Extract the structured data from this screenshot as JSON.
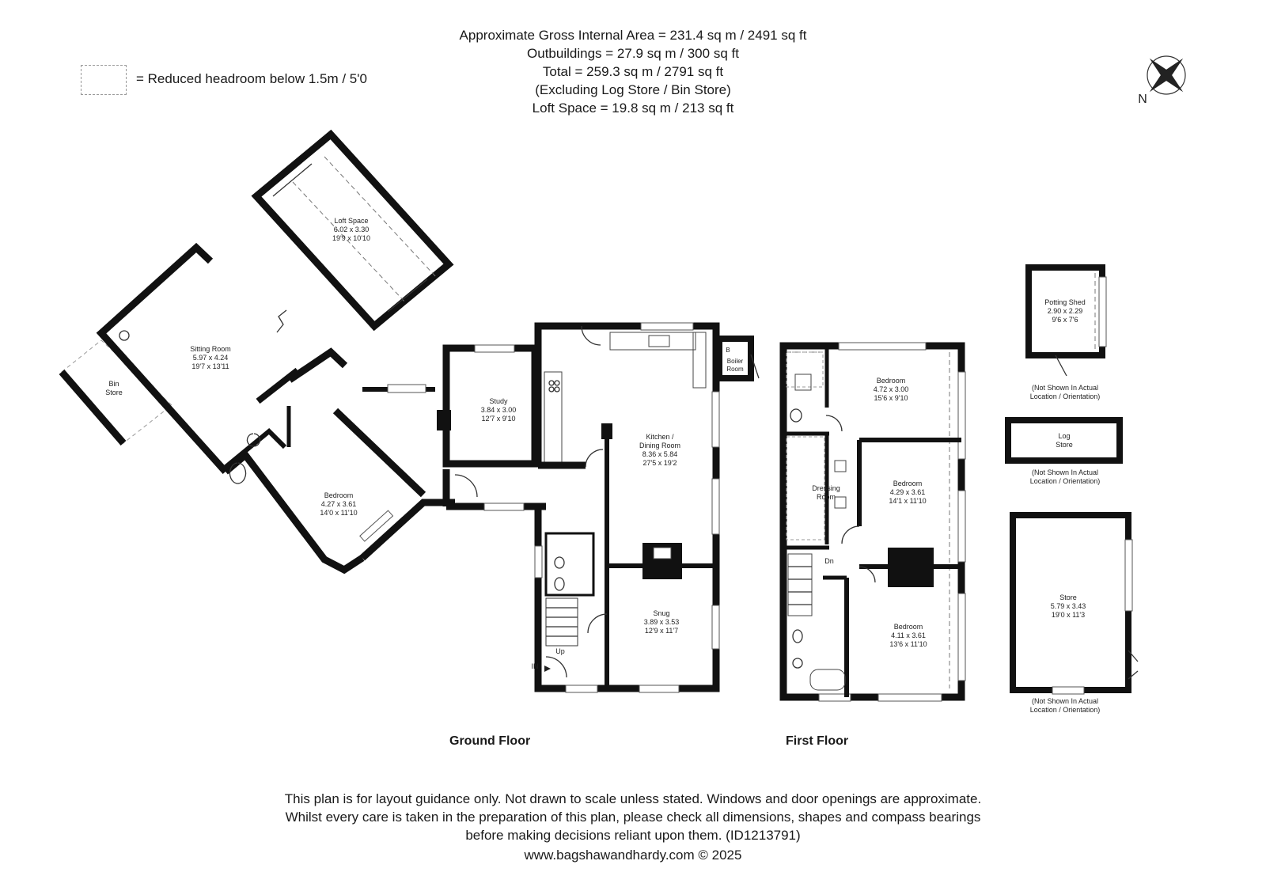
{
  "header": {
    "line1": "Approximate Gross Internal Area = 231.4 sq m / 2491 sq ft",
    "line2": "Outbuildings = 27.9 sq m / 300 sq ft",
    "line3": "Total = 259.3 sq m / 2791 sq ft",
    "line4": "(Excluding Log Store / Bin Store)",
    "line5": "Loft Space = 19.8 sq m / 213 sq ft"
  },
  "legend": {
    "text": "= Reduced headroom below 1.5m / 5'0"
  },
  "compass": {
    "label": "N"
  },
  "rooms": {
    "loft": {
      "name": "Loft Space",
      "metric": "6.02 x 3.30",
      "imperial": "19'9 x 10'10"
    },
    "sitting": {
      "name": "Sitting Room",
      "metric": "5.97 x 4.24",
      "imperial": "19'7 x 13'11"
    },
    "bin": {
      "name1": "Bin",
      "name2": "Store"
    },
    "gf_bedroom": {
      "name": "Bedroom",
      "metric": "4.27 x 3.61",
      "imperial": "14'0 x 11'10"
    },
    "study": {
      "name": "Study",
      "metric": "3.84 x 3.00",
      "imperial": "12'7 x 9'10"
    },
    "kitchen": {
      "name1": "Kitchen /",
      "name2": "Dining Room",
      "metric": "8.36 x 5.84",
      "imperial": "27'5 x 19'2"
    },
    "boiler": {
      "name1": "Boiler",
      "name2": "Room",
      "mark": "B"
    },
    "snug": {
      "name": "Snug",
      "metric": "3.89 x 3.53",
      "imperial": "12'9 x 11'7"
    },
    "ff_bed1": {
      "name": "Bedroom",
      "metric": "4.72 x 3.00",
      "imperial": "15'6 x 9'10"
    },
    "dressing": {
      "name1": "Dressing",
      "name2": "Room"
    },
    "ff_bed2": {
      "name": "Bedroom",
      "metric": "4.29 x 3.61",
      "imperial": "14'1 x 11'10"
    },
    "ff_bed3": {
      "name": "Bedroom",
      "metric": "4.11 x 3.61",
      "imperial": "13'6 x 11'10"
    },
    "potting": {
      "name": "Potting Shed",
      "metric": "2.90 x 2.29",
      "imperial": "9'6 x 7'6"
    },
    "log": {
      "name1": "Log",
      "name2": "Store"
    },
    "store": {
      "name": "Store",
      "metric": "5.79 x 3.43",
      "imperial": "19'0 x 11'3"
    }
  },
  "notes": {
    "not_shown_1a": "(Not Shown In Actual",
    "not_shown_1b": "Location / Orientation)",
    "not_shown_2a": "(Not Shown In Actual",
    "not_shown_2b": "Location / Orientation)",
    "not_shown_3a": "(Not Shown In Actual",
    "not_shown_3b": "Location / Orientation)"
  },
  "markers": {
    "up": "Up",
    "down": "Dn",
    "entrance": "IN"
  },
  "floors": {
    "ground": "Ground Floor",
    "first": "First Floor"
  },
  "footer": {
    "line1": "This plan is for layout guidance only. Not drawn to scale unless stated. Windows and door openings are approximate.",
    "line2": "Whilst every care is taken in the preparation of this plan, please check all dimensions, shapes and compass bearings",
    "line3": "before making decisions reliant upon them. (ID1213791)",
    "line4": "www.bagshawandhardy.com © 2025"
  }
}
